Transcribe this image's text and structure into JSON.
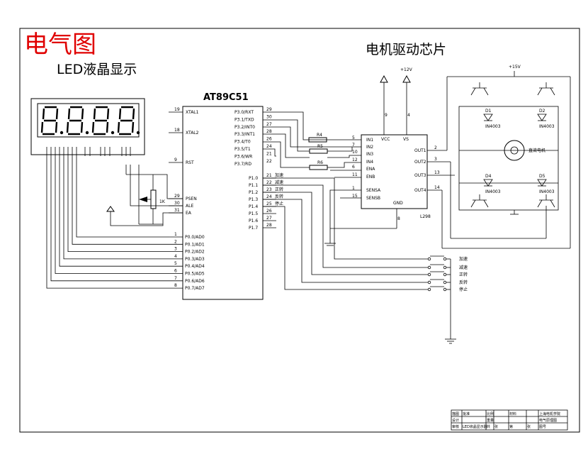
{
  "titles": {
    "main": "电气图",
    "led_display": "LED液晶显示",
    "driver_chip": "电机驱动芯片"
  },
  "mcu": {
    "name": "AT89C51",
    "left_pins": [
      {
        "num": "19",
        "label": "XTAL1"
      },
      {
        "num": "18",
        "label": "XTAL2"
      },
      {
        "num": "9",
        "label": "RST"
      },
      {
        "num": "29",
        "label": "PSEN"
      },
      {
        "num": "30",
        "label": "ALE"
      },
      {
        "num": "31",
        "label": "EA"
      }
    ],
    "p0_pins": [
      {
        "num": "1",
        "label": "P0.0/AD0"
      },
      {
        "num": "2",
        "label": "P0.1/AD1"
      },
      {
        "num": "3",
        "label": "P0.2/AD2"
      },
      {
        "num": "4",
        "label": "P0.3/AD3"
      },
      {
        "num": "5",
        "label": "P0.4/AD4"
      },
      {
        "num": "6",
        "label": "P0.5/AD5"
      },
      {
        "num": "7",
        "label": "P0.6/AD6"
      },
      {
        "num": "8",
        "label": "P0.7/AD7"
      }
    ],
    "p3_pins": [
      {
        "num": "29",
        "label": "P3.0/RXT"
      },
      {
        "num": "30",
        "label": "P3.1/TXD"
      },
      {
        "num": "27",
        "label": "P3.2/INT0"
      },
      {
        "num": "28",
        "label": "P3.3/INT1"
      },
      {
        "num": "26",
        "label": "P3.4/T0"
      },
      {
        "num": "24",
        "label": "P3.5/T1"
      },
      {
        "num": "21",
        "label": "P3.6/WR"
      },
      {
        "num": "22",
        "label": "P3.7/RD"
      }
    ],
    "p1_pins": [
      {
        "num": "21",
        "label": "P1.0",
        "tag": "加速"
      },
      {
        "num": "22",
        "label": "P1.1",
        "tag": "减速"
      },
      {
        "num": "23",
        "label": "P1.2",
        "tag": "正转"
      },
      {
        "num": "24",
        "label": "P1.3",
        "tag": "反转"
      },
      {
        "num": "25",
        "label": "P1.4",
        "tag": "停止"
      },
      {
        "num": "26",
        "label": "P1.5",
        "tag": ""
      },
      {
        "num": "27",
        "label": "P1.6",
        "tag": ""
      },
      {
        "num": "28",
        "label": "P1.7",
        "tag": ""
      }
    ]
  },
  "resistors": [
    "R4",
    "R5",
    "R6"
  ],
  "pot_label": "1K",
  "driver": {
    "name": "L298",
    "vcc": "VCC",
    "vs": "VS",
    "gnd": "GND",
    "vcc_pin": "9",
    "vs_pin": "4",
    "gnd_pin": "8",
    "inputs": [
      {
        "num": "5",
        "label": "IN1"
      },
      {
        "num": "7",
        "label": "IN2"
      },
      {
        "num": "10",
        "label": "IN3"
      },
      {
        "num": "12",
        "label": "IN4"
      },
      {
        "num": "6",
        "label": "ENA"
      },
      {
        "num": "11",
        "label": "ENB"
      }
    ],
    "sense": [
      {
        "num": "1",
        "label": "SENSA"
      },
      {
        "num": "15",
        "label": "SENSB"
      }
    ],
    "outputs": [
      {
        "num": "2",
        "label": "OUT1"
      },
      {
        "num": "3",
        "label": "OUT2"
      },
      {
        "num": "13",
        "label": "OUT3"
      },
      {
        "num": "14",
        "label": "OUT4"
      }
    ]
  },
  "power": {
    "v12": "+12V",
    "v15": "+15V"
  },
  "diodes": [
    "D1",
    "D2",
    "D4",
    "D5"
  ],
  "diode_type": "IN4003",
  "motor_label": "直流电机",
  "switches": [
    "加速",
    "减速",
    "正转",
    "反转",
    "停止"
  ],
  "led_digits": 4,
  "title_block": {
    "r1": [
      "描图",
      "批准",
      "比例",
      "",
      "材料",
      "",
      "上海电机学院"
    ],
    "r2": [
      "设计",
      "",
      "重量",
      "",
      "",
      "",
      "电气原理图"
    ],
    "r3": [
      "审核",
      "LED液晶显示器",
      "共",
      "张",
      "第",
      "张",
      "图号"
    ]
  }
}
